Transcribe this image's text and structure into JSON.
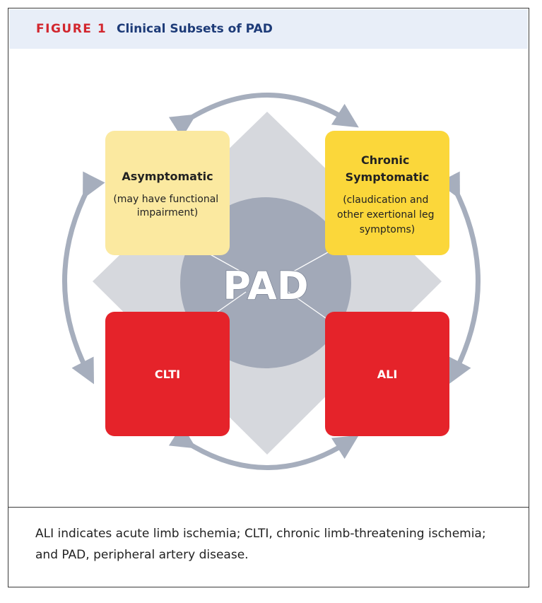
{
  "figure": {
    "label": "FIGURE 1",
    "title": "Clinical Subsets of PAD"
  },
  "diagram": {
    "center": "PAD",
    "boxes": {
      "top_left": {
        "title": "Asymptomatic",
        "subtitle": "(may have functional impairment)"
      },
      "top_right": {
        "title": "Chronic Symptomatic",
        "subtitle": "(claudication and other exertional leg symptoms)"
      },
      "bottom_left": {
        "title": "CLTI"
      },
      "bottom_right": {
        "title": "ALI"
      }
    },
    "colors": {
      "asymptomatic": "#fbe9a0",
      "chronic": "#fbd73a",
      "red": "#e5232a",
      "circle": "#a2a9b8",
      "diamond": "#d6d8dd",
      "arrow": "#a6aebd"
    }
  },
  "caption": "ALI indicates acute limb ischemia; CLTI, chronic limb-threatening ischemia; and PAD, peripheral artery disease."
}
